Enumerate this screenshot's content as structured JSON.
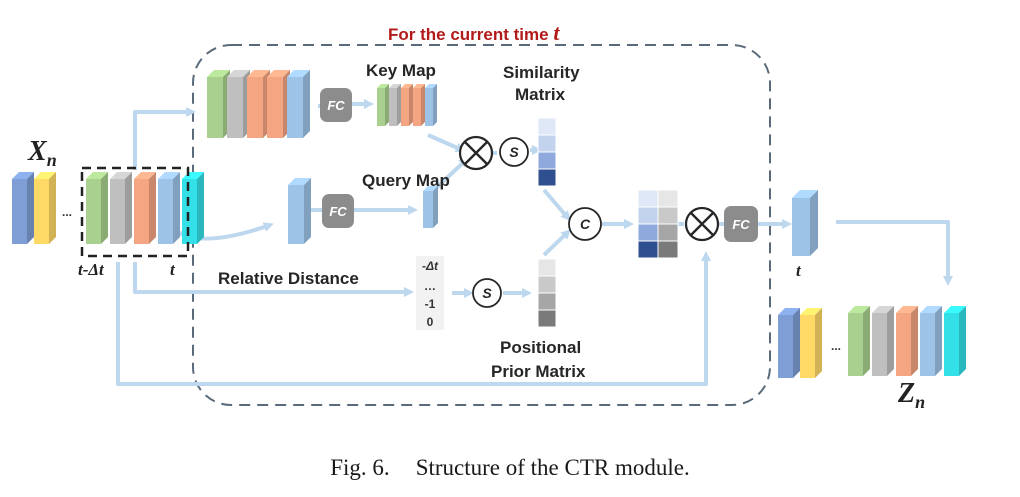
{
  "header": {
    "title_prefix": "For the current time",
    "title_var": "t"
  },
  "input": {
    "symbol": "X",
    "subscript": "n",
    "dots": "...",
    "label_start": "t-Δt",
    "label_end": "t"
  },
  "labels": {
    "key_map": "Key Map",
    "query_map": "Query Map",
    "similarity_line1": "Similarity",
    "similarity_line2": "Matrix",
    "relative_distance": "Relative Distance",
    "positional_line1": "Positional",
    "positional_line2": "Prior Matrix"
  },
  "distance_values": [
    "-Δt",
    "…",
    "-1",
    "0"
  ],
  "ops": {
    "fc": "FC",
    "softmax": "S",
    "concat": "C"
  },
  "output": {
    "symbol": "Z",
    "subscript": "n",
    "dots": "...",
    "label_t": "t"
  },
  "caption": {
    "fig": "Fig. 6.",
    "text": "Structure of the CTR module."
  },
  "colors": {
    "blue": "#7f9ed6",
    "yellow": "#ffd966",
    "green": "#a9d08e",
    "gray": "#bfbfbf",
    "orange": "#f4a582",
    "lightblue": "#9dc3e6",
    "cyan": "#33e0e8",
    "arrow": "#bdd7ee",
    "fc_box": "#8c8c8c",
    "dashed": "#5a6a7a",
    "red": "#b31b1b"
  }
}
